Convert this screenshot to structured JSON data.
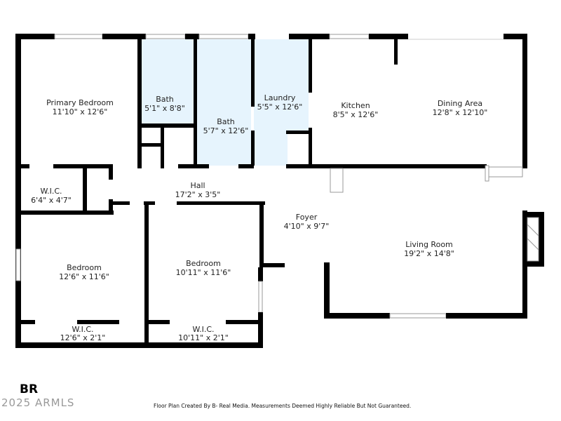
{
  "rooms": {
    "primary_bedroom": {
      "name": "Primary Bedroom",
      "size": "11'10\" x 12'6\""
    },
    "bath1": {
      "name": "Bath",
      "size": "5'1\" x 8'8\""
    },
    "bath2": {
      "name": "Bath",
      "size": "5'7\" x 12'6\""
    },
    "laundry": {
      "name": "Laundry",
      "size": "5'5\" x 12'6\""
    },
    "kitchen": {
      "name": "Kitchen",
      "size": "8'5\" x 12'6\""
    },
    "dining": {
      "name": "Dining Area",
      "size": "12'8\" x 12'10\""
    },
    "wic1": {
      "name": "W.I.C.",
      "size": "6'4\" x 4'7\""
    },
    "hall": {
      "name": "Hall",
      "size": "17'2\" x 3'5\""
    },
    "foyer": {
      "name": "Foyer",
      "size": "4'10\" x 9'7\""
    },
    "living": {
      "name": "Living Room",
      "size": "19'2\" x 14'8\""
    },
    "bedroom1": {
      "name": "Bedroom",
      "size": "12'6\" x 11'6\""
    },
    "bedroom2": {
      "name": "Bedroom",
      "size": "10'11\" x 11'6\""
    },
    "wic2": {
      "name": "W.I.C.",
      "size": "12'6\" x 2'1\""
    },
    "wic3": {
      "name": "W.I.C.",
      "size": "10'11\" x 2'1\""
    }
  },
  "colors": {
    "wet_room": "#e6f4fd",
    "wall": "#000000"
  },
  "footer": {
    "logo": "BR",
    "copyright": "2025 ARMLS",
    "disclaimer": "Floor Plan Created By B- Real Media. Measurements Deemed Highly Reliable But Not Guaranteed."
  }
}
